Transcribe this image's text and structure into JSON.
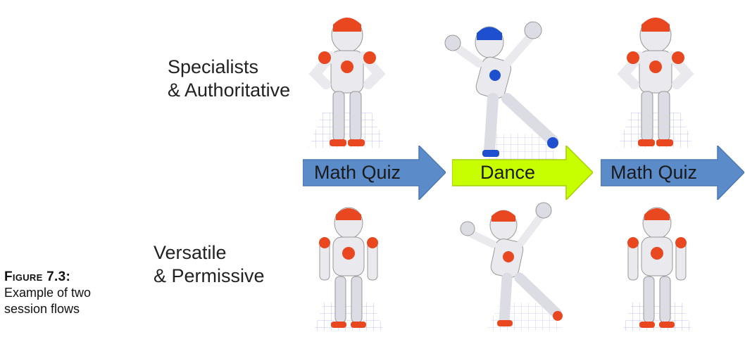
{
  "caption": {
    "label": "Figure 7.3:",
    "text_lines": [
      "Example of two",
      "session flows"
    ]
  },
  "rows": [
    {
      "lines": [
        "Specialists",
        "& Authoritative"
      ]
    },
    {
      "lines": [
        "Versatile",
        "& Permissive"
      ]
    }
  ],
  "arrows": [
    {
      "label": "Math Quiz",
      "color": "#5b8cc9"
    },
    {
      "label": "Dance",
      "color": "#c8ff00"
    },
    {
      "label": "Math Quiz",
      "color": "#5b8cc9"
    }
  ],
  "colors": {
    "robot_orange": "#e8471f",
    "robot_blue": "#1d4fcf",
    "robot_body": "#e9e9ee",
    "grid": "#8d8de6"
  }
}
